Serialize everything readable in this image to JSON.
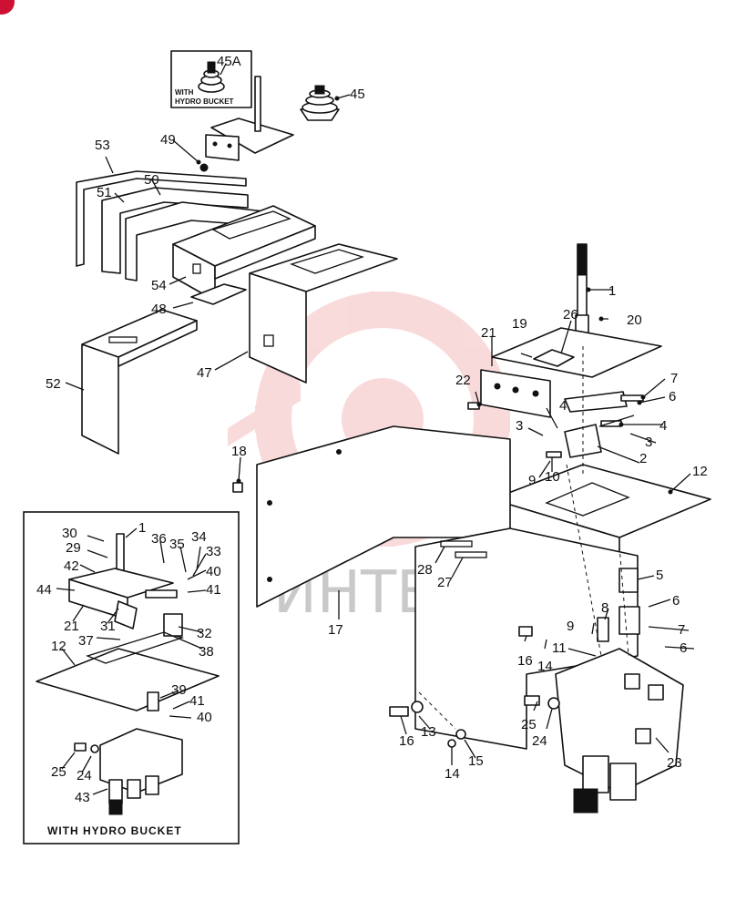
{
  "labels": {
    "l1": "1",
    "l20": "20",
    "l26": "26",
    "l19": "19",
    "l21": "21",
    "l22": "22",
    "l7": "7",
    "l6": "6",
    "l4a": "4",
    "l4b": "4",
    "l3a": "3",
    "l3b": "3",
    "l2": "2",
    "l9a": "9",
    "l10": "10",
    "l12": "12",
    "l18": "18",
    "l17": "17",
    "l28": "28",
    "l27": "27",
    "l5": "5",
    "l6b": "6",
    "l8": "8",
    "l9b": "9",
    "l7b": "7",
    "l6c": "6",
    "l11": "11",
    "l16a": "16",
    "l14a": "14",
    "l25": "25",
    "l24": "24",
    "l23": "23",
    "l16b": "16",
    "l13": "13",
    "l15": "15",
    "l14b": "14",
    "l45a": "45A",
    "l45": "45",
    "l49": "49",
    "l53": "53",
    "l51": "51",
    "l50": "50",
    "l54": "54",
    "l48": "48",
    "l47": "47",
    "l52": "52",
    "i30": "30",
    "i1": "1",
    "i36": "36",
    "i35": "35",
    "i34": "34",
    "i33": "33",
    "i29": "29",
    "i42": "42",
    "i40": "40",
    "i44": "44",
    "i41": "41",
    "i21": "21",
    "i31": "31",
    "i32": "32",
    "i37": "37",
    "i38": "38",
    "i12": "12",
    "i39": "39",
    "i41b": "41",
    "i40b": "40",
    "i25": "25",
    "i24": "24",
    "i43": "43"
  },
  "inset_caption": "WITH HYDRO BUCKET",
  "box45a_caption_line1": "WITH",
  "box45a_caption_line2": "HYDRO BUCKET",
  "watermark": "ИНТЕХ",
  "colors": {
    "ink": "#111111",
    "watermark": "#e85a5a",
    "corner_mark": "#cc1133"
  }
}
